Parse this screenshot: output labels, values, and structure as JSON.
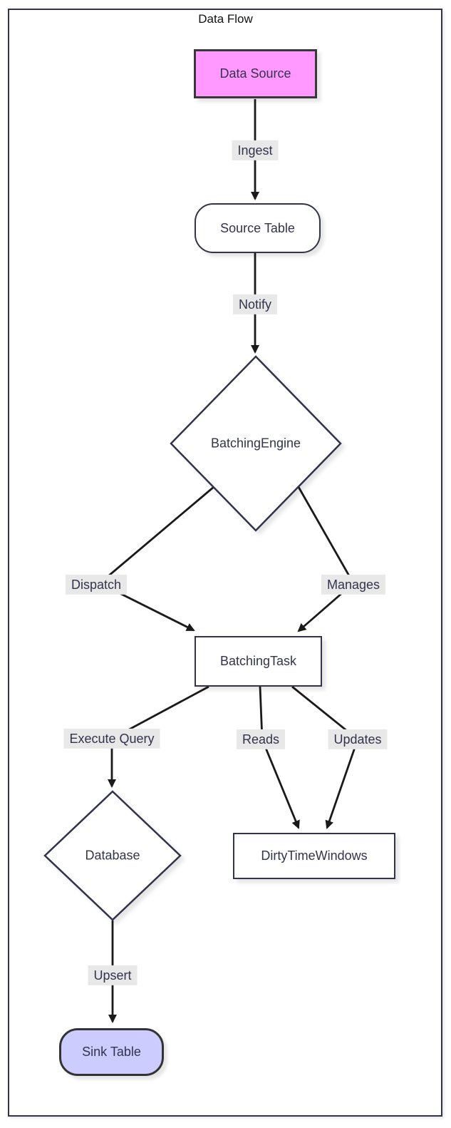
{
  "diagram": {
    "title": "Data Flow",
    "type": "flowchart",
    "nodes": {
      "data_source": {
        "label": "Data Source",
        "shape": "rectangle",
        "fill": "#ff99ff"
      },
      "source_table": {
        "label": "Source Table",
        "shape": "rounded-rectangle",
        "fill": "#ffffff"
      },
      "batching_engine": {
        "label": "BatchingEngine",
        "shape": "diamond",
        "fill": "#ffffff"
      },
      "batching_task": {
        "label": "BatchingTask",
        "shape": "rectangle",
        "fill": "#ffffff"
      },
      "database": {
        "label": "Database",
        "shape": "diamond",
        "fill": "#ffffff"
      },
      "dirty_time_windows": {
        "label": "DirtyTimeWindows",
        "shape": "rectangle",
        "fill": "#ffffff"
      },
      "sink_table": {
        "label": "Sink Table",
        "shape": "rounded-rectangle",
        "fill": "#ccccff"
      }
    },
    "edges": {
      "ingest": {
        "from": "data_source",
        "to": "source_table",
        "label": "Ingest"
      },
      "notify": {
        "from": "source_table",
        "to": "batching_engine",
        "label": "Notify"
      },
      "dispatch": {
        "from": "batching_engine",
        "to": "batching_task",
        "label": "Dispatch"
      },
      "manages": {
        "from": "batching_engine",
        "to": "batching_task",
        "label": "Manages"
      },
      "execute_query": {
        "from": "batching_task",
        "to": "database",
        "label": "Execute Query"
      },
      "reads": {
        "from": "batching_task",
        "to": "dirty_time_windows",
        "label": "Reads"
      },
      "updates": {
        "from": "batching_task",
        "to": "dirty_time_windows",
        "label": "Updates"
      },
      "upsert": {
        "from": "database",
        "to": "sink_table",
        "label": "Upsert"
      }
    },
    "colors": {
      "frame_border": "#33334c",
      "node_border": "#33334c",
      "node_text": "#33334c",
      "edge_line": "#1a1a1a",
      "edge_label_background": "#e8e8e8",
      "data_source_fill": "#ff99ff",
      "sink_table_fill": "#ccccff"
    }
  }
}
